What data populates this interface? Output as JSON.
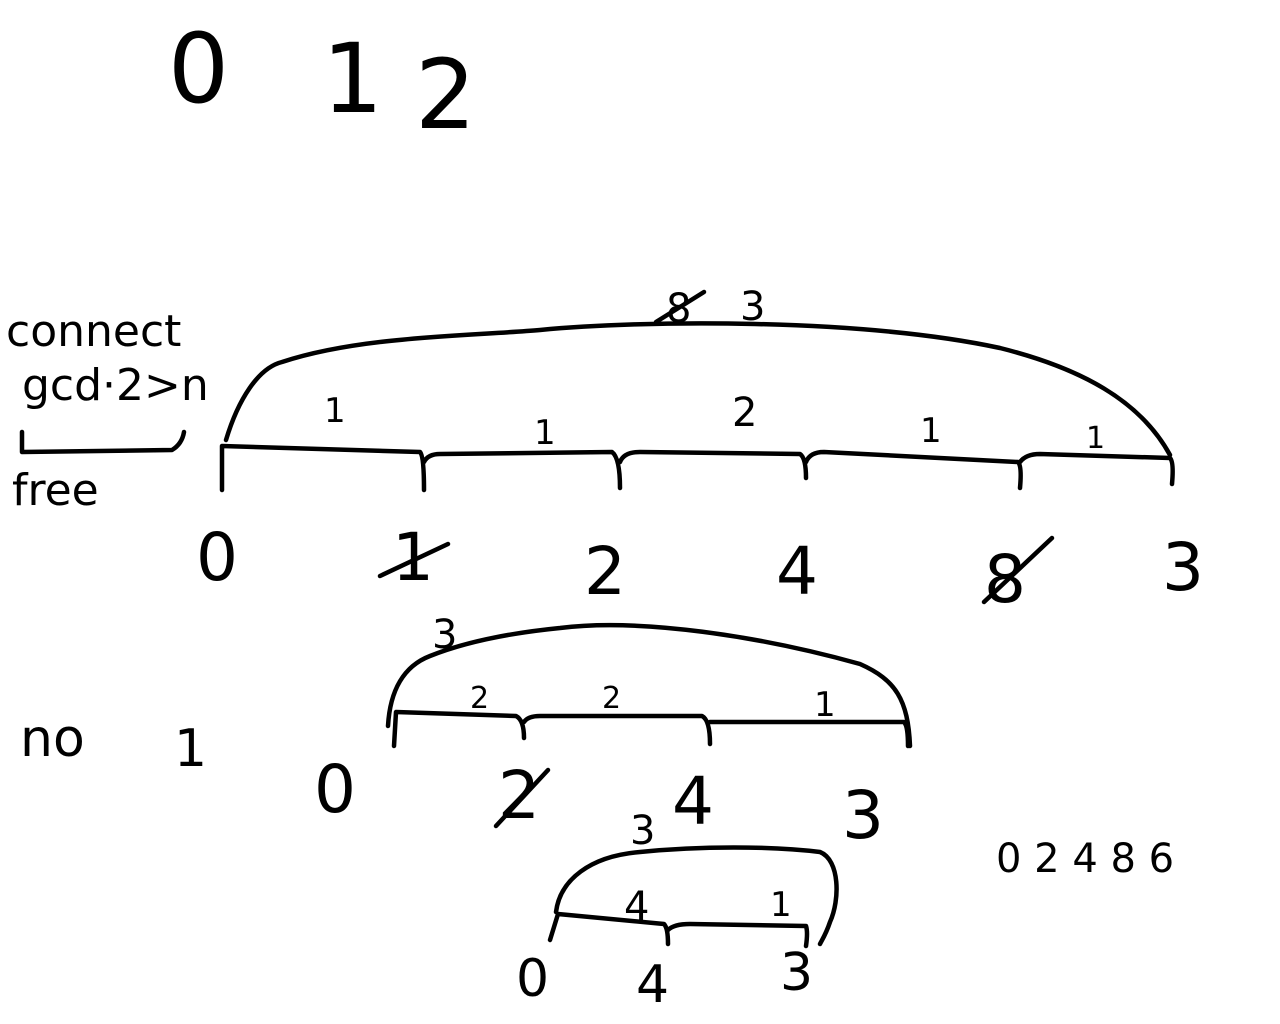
{
  "header": {
    "digits": [
      "0",
      "1",
      "2"
    ]
  },
  "note": {
    "line1": "connect",
    "line2": "gcd·2>n",
    "line3": "free"
  },
  "diagram_a": {
    "top_old": "8",
    "top_new": "3",
    "gaps": [
      "1",
      "1",
      "2",
      "1",
      "1"
    ],
    "nodes": [
      "0",
      "1",
      "2",
      "4",
      "8",
      "3"
    ],
    "sub_label": "3"
  },
  "side_note": {
    "left": "no",
    "right": "1"
  },
  "diagram_b": {
    "gaps": [
      "2",
      "2",
      "1"
    ],
    "nodes": [
      "0",
      "2",
      "4",
      "3"
    ],
    "sub_label": "3"
  },
  "diagram_c": {
    "gaps": [
      "4",
      "1"
    ],
    "nodes": [
      "0",
      "4",
      "3"
    ]
  },
  "sequence": "0 2 4 8 6"
}
